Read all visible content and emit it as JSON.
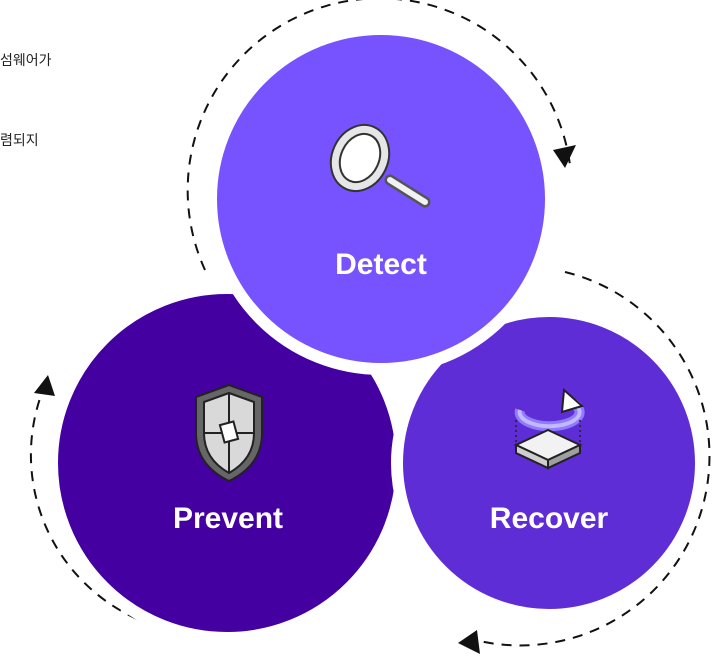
{
  "side_text": [
    "섬웨어가",
    "렴되지"
  ],
  "circles": {
    "detect": {
      "label": "Detect",
      "icon": "magnifier-icon",
      "color": "#7752FF"
    },
    "prevent": {
      "label": "Prevent",
      "icon": "shield-icon",
      "color": "#4500A2"
    },
    "recover": {
      "label": "Recover",
      "icon": "recover-drive-icon",
      "color": "#5F2DD6"
    }
  },
  "colors": {
    "accent_light": "#8E7BFF",
    "ring": "#ffffff",
    "arrow": "#111111"
  }
}
